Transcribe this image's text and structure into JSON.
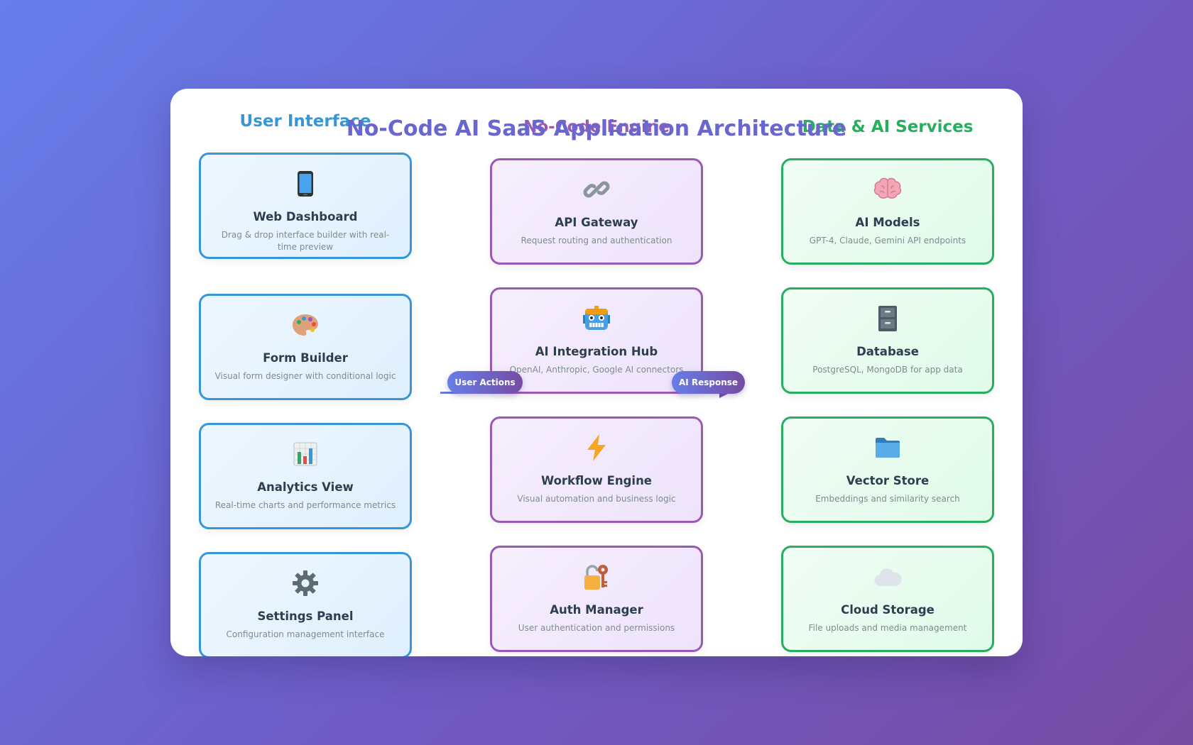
{
  "title": "No-Code AI SaaS Application Architecture",
  "columns": {
    "ui": "User Interface",
    "engine": "No-Code Engine",
    "data": "Data & AI Services"
  },
  "ui_nodes": [
    {
      "icon": "mobile-phone-icon",
      "name": "Web Dashboard",
      "desc": "Drag & drop interface builder with real-time preview"
    },
    {
      "icon": "palette-icon",
      "name": "Form Builder",
      "desc": "Visual form designer with conditional logic"
    },
    {
      "icon": "bar-chart-icon",
      "name": "Analytics View",
      "desc": "Real-time charts and performance metrics"
    },
    {
      "icon": "gear-icon",
      "name": "Settings Panel",
      "desc": "Configuration management interface"
    }
  ],
  "engine_nodes": [
    {
      "icon": "link-icon",
      "name": "API Gateway",
      "desc": "Request routing and authentication"
    },
    {
      "icon": "robot-icon",
      "name": "AI Integration Hub",
      "desc": "OpenAI, Anthropic, Google AI connectors"
    },
    {
      "icon": "lightning-icon",
      "name": "Workflow Engine",
      "desc": "Visual automation and business logic"
    },
    {
      "icon": "lock-key-icon",
      "name": "Auth Manager",
      "desc": "User authentication and permissions"
    }
  ],
  "data_nodes": [
    {
      "icon": "brain-icon",
      "name": "AI Models",
      "desc": "GPT-4, Claude, Gemini API endpoints"
    },
    {
      "icon": "file-cabinet-icon",
      "name": "Database",
      "desc": "PostgreSQL, MongoDB for app data"
    },
    {
      "icon": "folder-icon",
      "name": "Vector Store",
      "desc": "Embeddings and similarity search"
    },
    {
      "icon": "cloud-icon",
      "name": "Cloud Storage",
      "desc": "File uploads and media management"
    }
  ],
  "flows": {
    "user_actions": "User Actions",
    "ai_response": "AI Response"
  },
  "colors": {
    "ui": "#3597d6",
    "engine": "#9b59b6",
    "data": "#27ae60",
    "accent_start": "#667eea",
    "accent_end": "#764ba2"
  }
}
